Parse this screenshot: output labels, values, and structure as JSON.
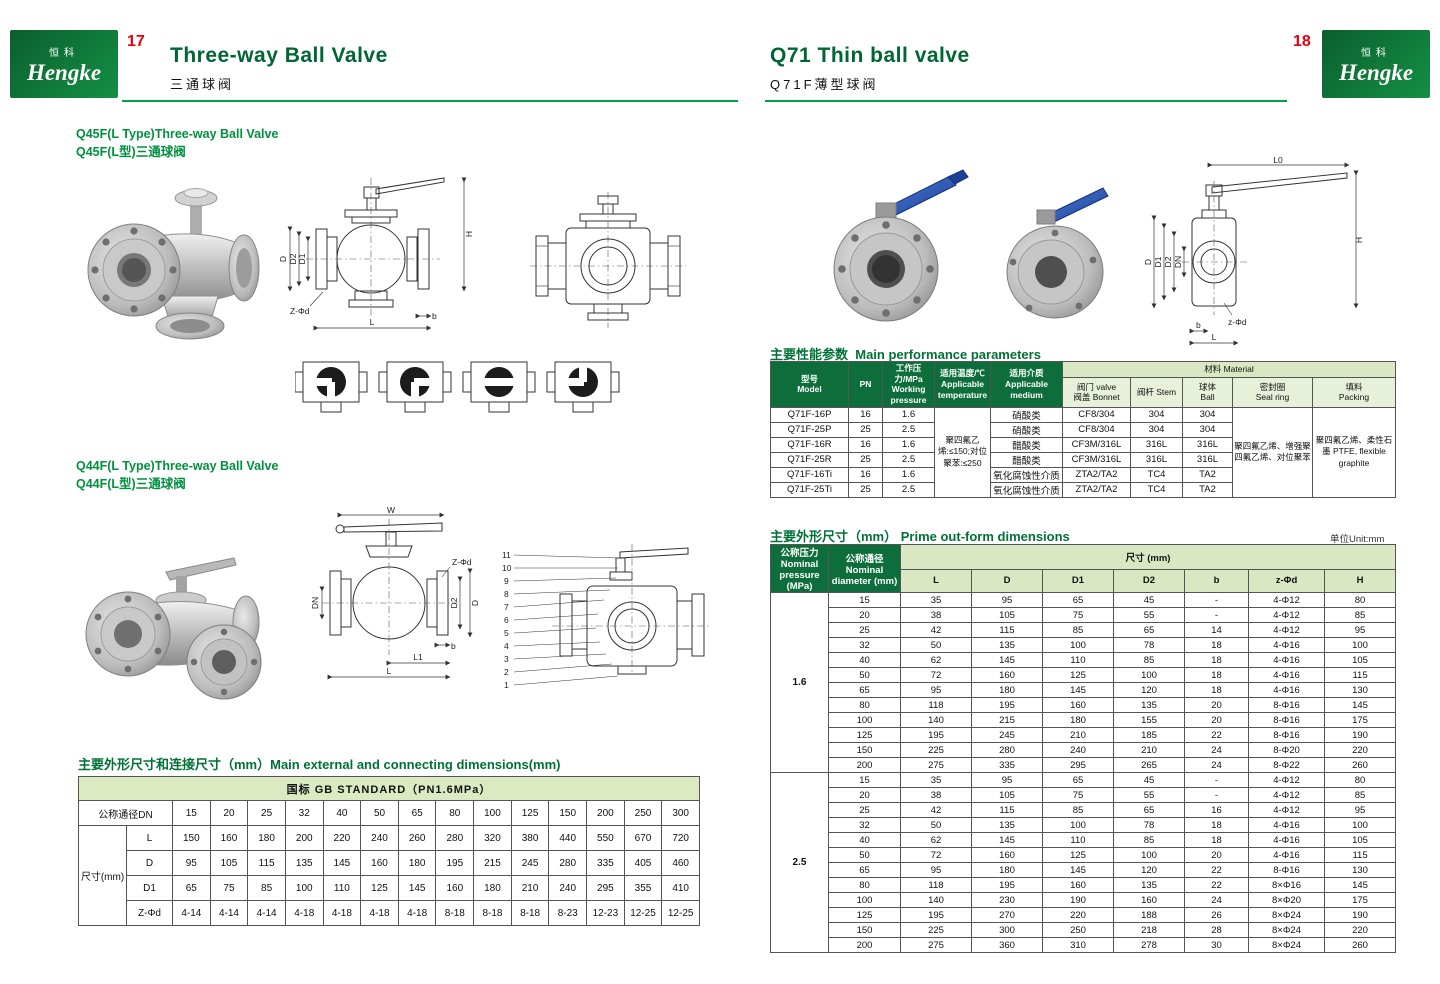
{
  "brand": {
    "cn": "恒科",
    "en": "Hengke"
  },
  "page_left": {
    "page_number": "17",
    "title_en": "Three-way Ball Valve",
    "title_cn": "三通球阀",
    "section1": {
      "title_en": "Q45F(L Type)Three-way Ball Valve",
      "title_cn": "Q45F(L型)三通球阀"
    },
    "section2": {
      "title_en": "Q44F(L Type)Three-way Ball Valve",
      "title_cn": "Q44F(L型)三通球阀"
    },
    "dim_table": {
      "title": "主要外形尺寸和连接尺寸（mm）Main external and connecting dimensions(mm)",
      "standard_header": "国标 GB STANDARD（PN1.6MPa）",
      "dn_label": "公称通径DN",
      "size_label": "尺寸(mm)",
      "dn_values": [
        "15",
        "20",
        "25",
        "32",
        "40",
        "50",
        "65",
        "80",
        "100",
        "125",
        "150",
        "200",
        "250",
        "300"
      ],
      "rows": [
        {
          "label": "L",
          "values": [
            "150",
            "160",
            "180",
            "200",
            "220",
            "240",
            "260",
            "280",
            "320",
            "380",
            "440",
            "550",
            "670",
            "720"
          ]
        },
        {
          "label": "D",
          "values": [
            "95",
            "105",
            "115",
            "135",
            "145",
            "160",
            "180",
            "195",
            "215",
            "245",
            "280",
            "335",
            "405",
            "460"
          ]
        },
        {
          "label": "D1",
          "values": [
            "65",
            "75",
            "85",
            "100",
            "110",
            "125",
            "145",
            "160",
            "180",
            "210",
            "240",
            "295",
            "355",
            "410"
          ]
        },
        {
          "label": "Z-Φd",
          "values": [
            "4-14",
            "4-14",
            "4-14",
            "4-18",
            "4-18",
            "4-18",
            "4-18",
            "8-18",
            "8-18",
            "8-18",
            "8-23",
            "12-23",
            "12-25",
            "12-25"
          ]
        }
      ]
    }
  },
  "page_right": {
    "page_number": "18",
    "title_en": "Q71 Thin ball valve",
    "title_cn": "Q71F薄型球阀",
    "perf_table": {
      "title_cn": "主要性能参数",
      "title_en": "Main performance parameters",
      "headers": {
        "model": "型号\nModel",
        "pn": "PN",
        "pressure": "工作压力/MPa\nWorking\npressure",
        "temperature": "适用温度/℃\nApplicable\ntemperature",
        "medium": "适用介质\nApplicable\nmedium",
        "material": "材料 Material",
        "bonnet": "阀门 valve\n阀盖 Bonnet",
        "stem": "阀杆 Stem",
        "ball": "球体\nBall",
        "seal": "密封圈\nSeal ring",
        "packing": "填料\nPacking"
      },
      "temperature_note": "聚四氟乙烯:≤150;对位聚苯:≤250",
      "seal_ring_note": "聚四氟乙烯、增强聚四氟乙烯、对位聚苯",
      "packing_note": "聚四氟乙烯、柔性石墨 PTFE, flexible graphite",
      "rows": [
        [
          "Q71F-16P",
          "16",
          "1.6",
          "硝酸类",
          "CF8/304",
          "304",
          "304"
        ],
        [
          "Q71F-25P",
          "25",
          "2.5",
          "硝酸类",
          "CF8/304",
          "304",
          "304"
        ],
        [
          "Q71F-16R",
          "16",
          "1.6",
          "醋酸类",
          "CF3M/316L",
          "316L",
          "316L"
        ],
        [
          "Q71F-25R",
          "25",
          "2.5",
          "醋酸类",
          "CF3M/316L",
          "316L",
          "316L"
        ],
        [
          "Q71F-16Ti",
          "16",
          "1.6",
          "氧化腐蚀性介质",
          "ZTA2/TA2",
          "TC4",
          "TA2"
        ],
        [
          "Q71F-25Ti",
          "25",
          "2.5",
          "氧化腐蚀性介质",
          "ZTA2/TA2",
          "TC4",
          "TA2"
        ]
      ]
    },
    "dims_table": {
      "title_cn": "主要外形尺寸（mm）",
      "title_en": "Prime out-form dimensions",
      "unit_note": "单位Unit:mm",
      "headers": {
        "pressure": "公称压力\nNominal\npressure\n(MPa)",
        "diameter": "公称通径\nNominal\ndiameter\n(mm)",
        "size": "尺寸 (mm)",
        "cols": [
          "L",
          "D",
          "D1",
          "D2",
          "b",
          "z-Φd",
          "H"
        ]
      },
      "groups": [
        {
          "pressure": "1.6",
          "rows": [
            [
              "15",
              "35",
              "95",
              "65",
              "45",
              "-",
              "4-Φ12",
              "80"
            ],
            [
              "20",
              "38",
              "105",
              "75",
              "55",
              "-",
              "4-Φ12",
              "85"
            ],
            [
              "25",
              "42",
              "115",
              "85",
              "65",
              "14",
              "4-Φ12",
              "95"
            ],
            [
              "32",
              "50",
              "135",
              "100",
              "78",
              "18",
              "4-Φ16",
              "100"
            ],
            [
              "40",
              "62",
              "145",
              "110",
              "85",
              "18",
              "4-Φ16",
              "105"
            ],
            [
              "50",
              "72",
              "160",
              "125",
              "100",
              "18",
              "4-Φ16",
              "115"
            ],
            [
              "65",
              "95",
              "180",
              "145",
              "120",
              "18",
              "4-Φ16",
              "130"
            ],
            [
              "80",
              "118",
              "195",
              "160",
              "135",
              "20",
              "8-Φ16",
              "145"
            ],
            [
              "100",
              "140",
              "215",
              "180",
              "155",
              "20",
              "8-Φ16",
              "175"
            ],
            [
              "125",
              "195",
              "245",
              "210",
              "185",
              "22",
              "8-Φ16",
              "190"
            ],
            [
              "150",
              "225",
              "280",
              "240",
              "210",
              "24",
              "8-Φ20",
              "220"
            ],
            [
              "200",
              "275",
              "335",
              "295",
              "265",
              "24",
              "8-Φ22",
              "260"
            ]
          ]
        },
        {
          "pressure": "2.5",
          "rows": [
            [
              "15",
              "35",
              "95",
              "65",
              "45",
              "-",
              "4-Φ12",
              "80"
            ],
            [
              "20",
              "38",
              "105",
              "75",
              "55",
              "-",
              "4-Φ12",
              "85"
            ],
            [
              "25",
              "42",
              "115",
              "85",
              "65",
              "16",
              "4-Φ12",
              "95"
            ],
            [
              "32",
              "50",
              "135",
              "100",
              "78",
              "18",
              "4-Φ16",
              "100"
            ],
            [
              "40",
              "62",
              "145",
              "110",
              "85",
              "18",
              "4-Φ16",
              "105"
            ],
            [
              "50",
              "72",
              "160",
              "125",
              "100",
              "20",
              "4-Φ16",
              "115"
            ],
            [
              "65",
              "95",
              "180",
              "145",
              "120",
              "22",
              "8-Φ16",
              "130"
            ],
            [
              "80",
              "118",
              "195",
              "160",
              "135",
              "22",
              "8×Φ16",
              "145"
            ],
            [
              "100",
              "140",
              "230",
              "190",
              "160",
              "24",
              "8×Φ20",
              "175"
            ],
            [
              "125",
              "195",
              "270",
              "220",
              "188",
              "26",
              "8×Φ24",
              "190"
            ],
            [
              "150",
              "225",
              "300",
              "250",
              "218",
              "28",
              "8×Φ24",
              "220"
            ],
            [
              "200",
              "275",
              "360",
              "310",
              "278",
              "30",
              "8×Φ24",
              "260"
            ]
          ]
        }
      ]
    }
  },
  "drawings": {
    "labels": {
      "H": "H",
      "D": "D",
      "D1": "D1",
      "D2": "D2",
      "DN": "DN",
      "L": "L",
      "L0": "L0",
      "L1": "L1",
      "W": "W",
      "b": "b",
      "zphid_upper": "Z-Φd",
      "zphid_lower": "z-Φd"
    },
    "part_numbers": [
      "11",
      "10",
      "9",
      "8",
      "7",
      "6",
      "5",
      "4",
      "3",
      "2",
      "1"
    ]
  }
}
